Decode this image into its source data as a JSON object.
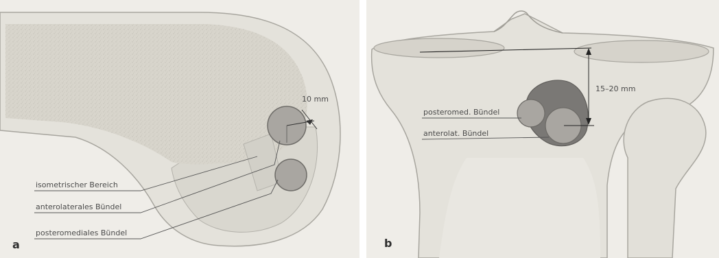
{
  "panel_a": {
    "letter": "a",
    "labels": {
      "distance": "10 mm",
      "isometric": "isometrischer Bereich",
      "anterolateral": "anterolaterales Bündel",
      "posteromedial": "posteromediales Bündel"
    }
  },
  "panel_b": {
    "letter": "b",
    "labels": {
      "distance": "15–20 mm",
      "posteromedial": "posteromed. Bündel",
      "anterolateral": "anterolat. Bündel"
    }
  },
  "colors": {
    "background": "#f1efea",
    "bone": "#e6e4dd",
    "bone_edge": "#a9a7a0",
    "cancellous": "#d6d3ca",
    "bundle": "#a9a6a1",
    "bundle_dark": "#777572",
    "ink": "#3a3a3a"
  }
}
